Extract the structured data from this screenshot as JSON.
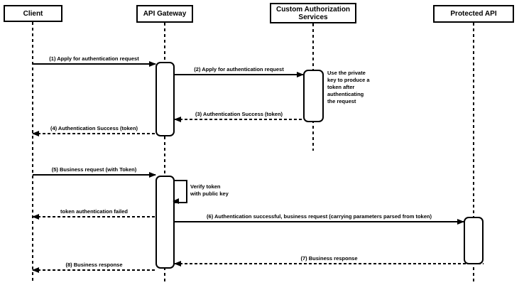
{
  "diagram_type": "sequence-diagram",
  "colors": {
    "line": "#000000",
    "background": "#ffffff",
    "box_fill": "#ffffff"
  },
  "participants": [
    {
      "id": "client",
      "label": "Client"
    },
    {
      "id": "api-gateway",
      "label": "API Gateway"
    },
    {
      "id": "custom-authorization-services",
      "label": "Custom Authorization Services"
    },
    {
      "id": "protected-api",
      "label": "Protected API"
    }
  ],
  "messages": [
    {
      "label": "(1) Apply for authentication request",
      "from": "Client",
      "to": "API Gateway",
      "line": "solid",
      "direction": "right"
    },
    {
      "label": "(2) Apply for authentication request",
      "from": "API Gateway",
      "to": "Custom Authorization Services",
      "line": "solid",
      "direction": "right"
    },
    {
      "label": "(3) Authentication Success (token)",
      "from": "Custom Authorization Services",
      "to": "API Gateway",
      "line": "dashed",
      "direction": "left"
    },
    {
      "label": "(4) Authentication Success (token)",
      "from": "API Gateway",
      "to": "Client",
      "line": "dashed",
      "direction": "left"
    },
    {
      "label": "(5) Business request (with Token)",
      "from": "Client",
      "to": "API Gateway",
      "line": "solid",
      "direction": "right"
    },
    {
      "label": "token authentication failed",
      "from": "API Gateway",
      "to": "Client",
      "line": "dashed",
      "direction": "left"
    },
    {
      "label": "(6) Authentication successful, business request (carrying parameters parsed from token)",
      "from": "API Gateway",
      "to": "Protected API",
      "line": "solid",
      "direction": "right"
    },
    {
      "label": "(7) Business response",
      "from": "Protected API",
      "to": "API Gateway",
      "line": "dashed",
      "direction": "left"
    },
    {
      "label": "(8) Business response",
      "from": "API Gateway",
      "to": "Client",
      "line": "dashed",
      "direction": "left"
    }
  ],
  "self_message": {
    "label": "Verify token\nwith public key",
    "on": "API Gateway"
  },
  "notes": [
    {
      "text": "Use the private\nkey to produce a\ntoken after\nauthenticating\nthe request",
      "attached_to": "Custom Authorization Services"
    }
  ]
}
